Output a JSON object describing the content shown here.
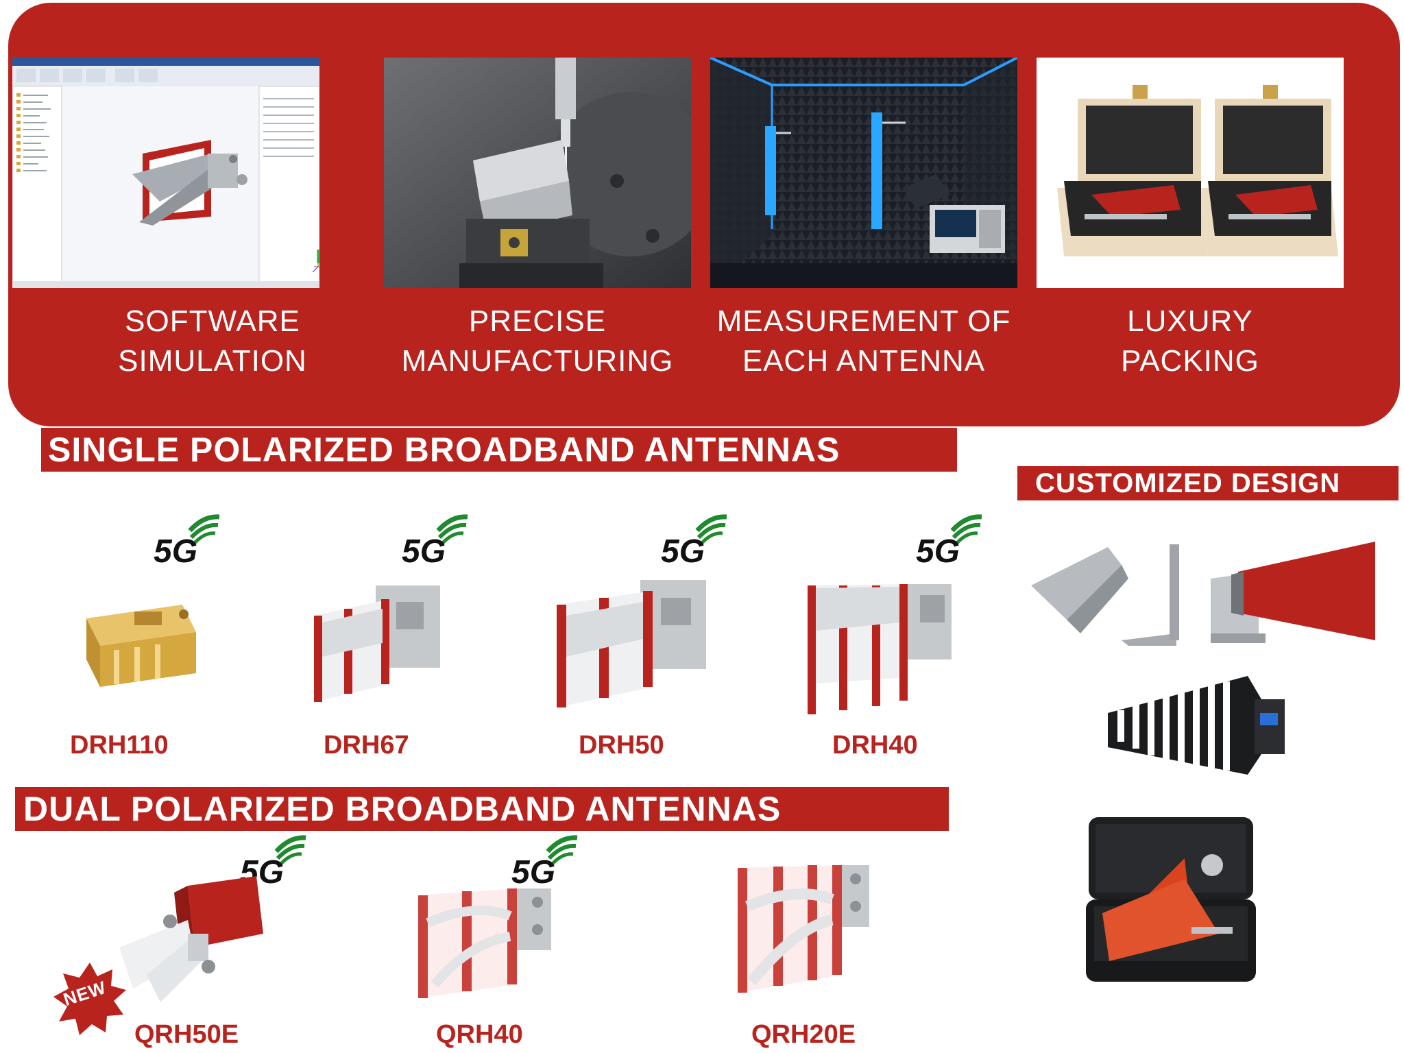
{
  "process_steps": [
    {
      "icon": "cad-software-image",
      "line1": "SOFTWARE",
      "line2": "SIMULATION"
    },
    {
      "icon": "cnc-machining-image",
      "line1": "PRECISE",
      "line2": "MANUFACTURING"
    },
    {
      "icon": "anechoic-chamber-image",
      "line1": "MEASUREMENT OF",
      "line2": "EACH ANTENNA"
    },
    {
      "icon": "wooden-case-image",
      "line1": "LUXURY",
      "line2": "PACKING"
    }
  ],
  "single_section": {
    "title": "SINGLE POLARIZED BROADBAND ANTENNAS",
    "products": [
      {
        "name": "DRH110",
        "badge": "5G"
      },
      {
        "name": "DRH67",
        "badge": "5G"
      },
      {
        "name": "DRH50",
        "badge": "5G"
      },
      {
        "name": "DRH40",
        "badge": "5G"
      }
    ]
  },
  "dual_section": {
    "title": "DUAL POLARIZED BROADBAND ANTENNAS",
    "products": [
      {
        "name": "QRH50E",
        "badge": "5G",
        "tag": "NEW"
      },
      {
        "name": "QRH40",
        "badge": "5G"
      },
      {
        "name": "QRH20E"
      }
    ]
  },
  "custom_section": {
    "title": "CUSTOMIZED DESIGN"
  },
  "colors": {
    "brand_red": "#b8231e",
    "badge_green": "#1f8a2e",
    "text_white": "#ffffff"
  }
}
